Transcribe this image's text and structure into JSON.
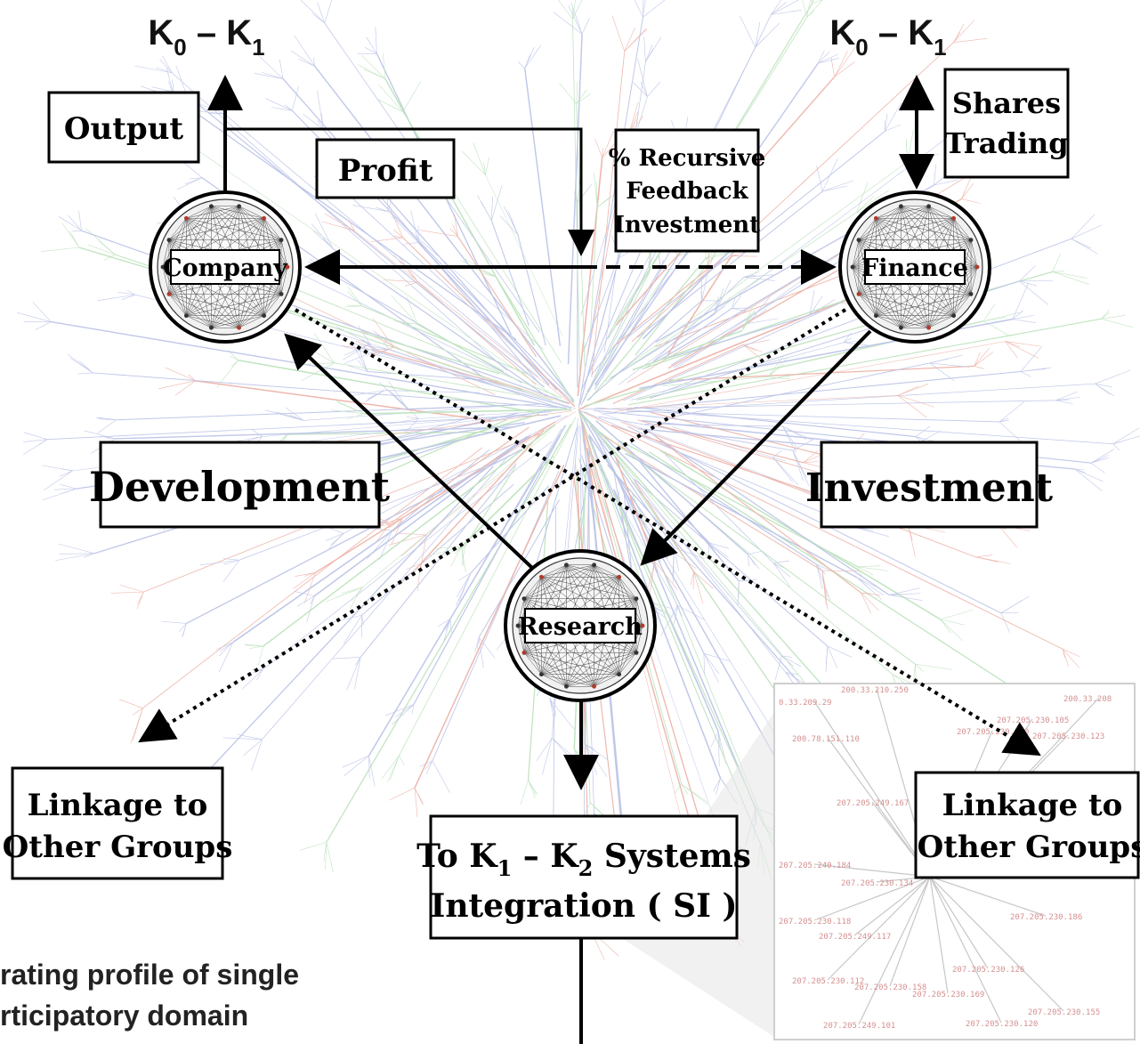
{
  "header_labels": {
    "left": {
      "main": "K",
      "sub0": "0",
      "dash": " – ",
      "sub1": "1"
    },
    "right": {
      "main": "K",
      "sub0": "0",
      "dash": " – ",
      "sub1": "1"
    }
  },
  "boxes": {
    "output": "Output",
    "profit": "Profit",
    "recursive": [
      "% Recursive",
      "Feedback",
      "Investment"
    ],
    "shares": [
      "Shares",
      "Trading"
    ],
    "development": "Development",
    "investment": "Investment",
    "linkage_left": [
      "Linkage to",
      "Other Groups"
    ],
    "linkage_right": [
      "Linkage to",
      "Other Groups"
    ],
    "systems_integration": {
      "line1_prefix": "To K",
      "sub1": "1",
      "line1_mid": " – K",
      "sub2": "2",
      "line1_suffix": " Systems",
      "line2": "Integration ( SI )"
    }
  },
  "nodes": {
    "company": "Company",
    "finance": "Finance",
    "research": "Research"
  },
  "caption": [
    "rating profile of single",
    "rticipatory domain"
  ],
  "inset_ip_labels": [
    "200.33.210.250",
    "200.33.208",
    "0.33.209.29",
    "207.205.230.105",
    "200.78.151.110",
    "207.205.230.110",
    "207.205.230.123",
    "207.205.249.167",
    "207.205.240.184",
    "207.205.230.134",
    "207.205.230.118",
    "207.205.249.117",
    "207.205.230.186",
    "207.205.230.126",
    "207.205.230.112",
    "207.205.230.158",
    "207.205.230.169",
    "207.205.249.101",
    "207.205.230.120",
    "207.205.230.155"
  ],
  "colors": {
    "line": "#000000",
    "background_network_blue": "#8c9ad6",
    "background_network_green": "#8fce8f",
    "background_network_red": "#e07d6b",
    "inset_border": "#cfcfcf",
    "inset_text": "#d69090"
  }
}
